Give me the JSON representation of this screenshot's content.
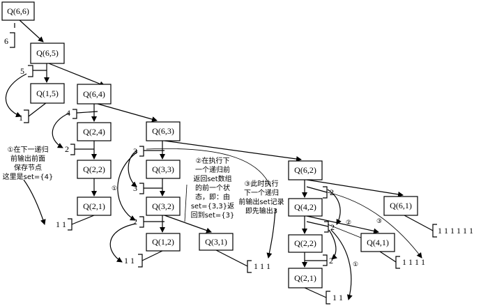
{
  "nodes": {
    "q66": "Q(6,6)",
    "q65": "Q(6,5)",
    "q15": "Q(1,5)",
    "q64": "Q(6,4)",
    "q24": "Q(2,4)",
    "q63": "Q(6,3)",
    "q22a": "Q(2,2)",
    "q21a": "Q(2,1)",
    "q33": "Q(3,3)",
    "q32": "Q(3,2)",
    "q12": "Q(1,2)",
    "q31": "Q(3,1)",
    "q62": "Q(6,2)",
    "q42": "Q(4,2)",
    "q61": "Q(6,1)",
    "q22b": "Q(2,2)",
    "q41": "Q(4,1)",
    "q21b": "Q(2,1)"
  },
  "labels": {
    "n6": "6",
    "n5": "5",
    "n1a": "1",
    "n4": "4",
    "n2a": "2",
    "n3a": "3",
    "n3b": "3",
    "n2b": "2",
    "n2c": "2",
    "n2d": "2",
    "r11a": "1  1",
    "r11b": "1  1",
    "r111": "1  1  1",
    "r1111": "1  1  1  1",
    "r111111": "1  1  1  1  1  1",
    "r11c": "1  1"
  },
  "notes": {
    "note1": [
      "①在下一递归",
      "前输出前面",
      "保存节点",
      "这里是set={4}"
    ],
    "note2": [
      "②在执行下",
      "一个递归前",
      "返回set数组",
      "的前一个状",
      "态，即：由",
      "set={3,3}返",
      "回到set={3}"
    ],
    "note3": [
      "③此时执行",
      "下一个递归",
      "前输出set记录",
      "即先输出3"
    ]
  },
  "markers": {
    "c1": "①",
    "c2": "②",
    "c3": "③"
  }
}
